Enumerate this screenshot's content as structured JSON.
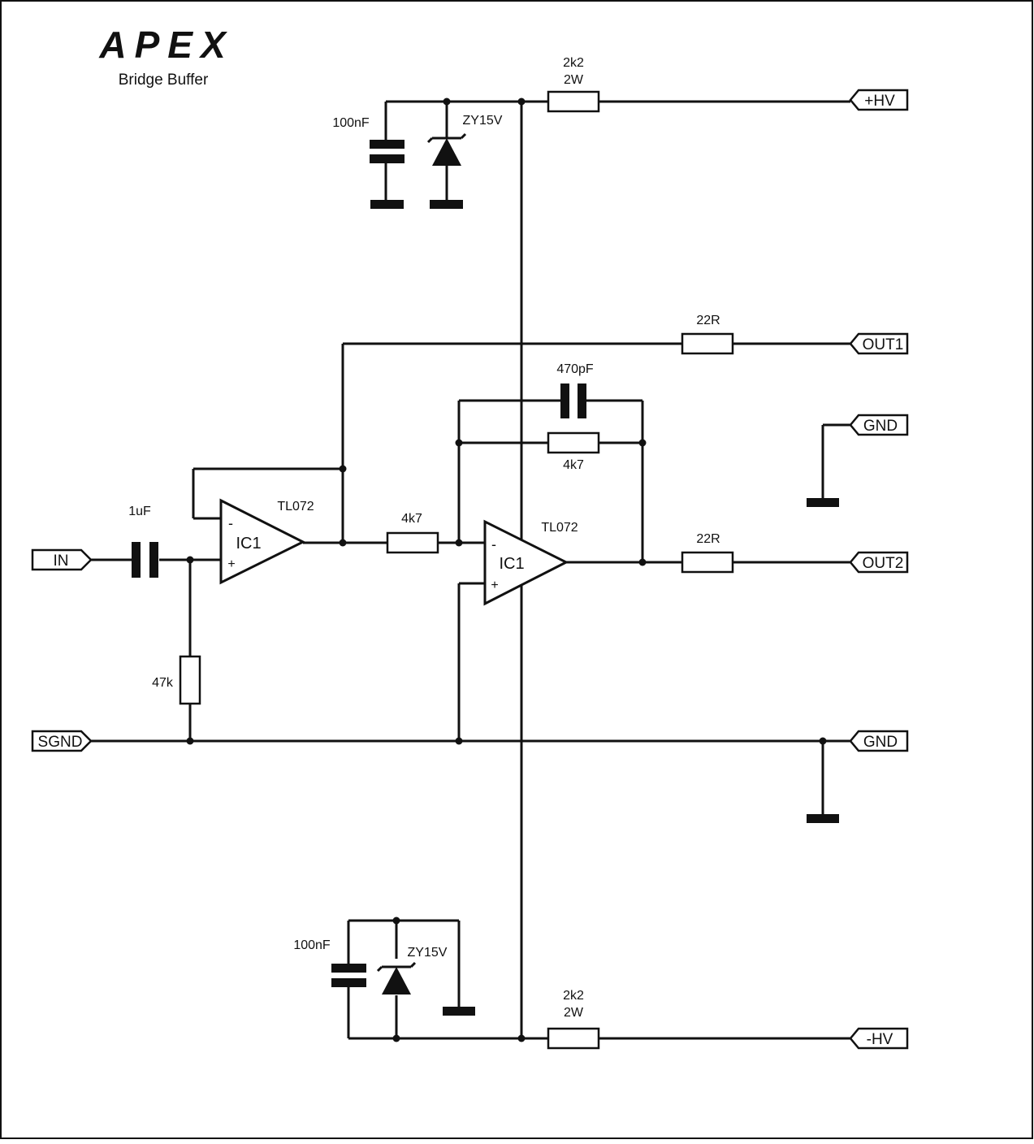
{
  "header": {
    "logo": "APEX",
    "subtitle": "Bridge Buffer"
  },
  "components": {
    "c_in": "1uF",
    "r_in": "47k",
    "ic1a_type": "TL072",
    "ic1a_name": "IC1",
    "ic1b_type": "TL072",
    "ic1b_name": "IC1",
    "r_series": "4k7",
    "r_fb": "4k7",
    "c_fb": "470pF",
    "r_out1": "22R",
    "r_out2": "22R",
    "r_hv_top_value": "2k2",
    "r_hv_top_power": "2W",
    "r_hv_bot_value": "2k2",
    "r_hv_bot_power": "2W",
    "c_top": "100nF",
    "z_top": "ZY15V",
    "c_bot": "100nF",
    "z_bot": "ZY15V",
    "opamp_minus": "-",
    "opamp_plus": "+"
  },
  "ports": {
    "hv_pos": "+HV",
    "out1": "OUT1",
    "gnd_top": "GND",
    "out2": "OUT2",
    "gnd": "GND",
    "hv_neg": "-HV",
    "in": "IN",
    "sgnd": "SGND"
  }
}
